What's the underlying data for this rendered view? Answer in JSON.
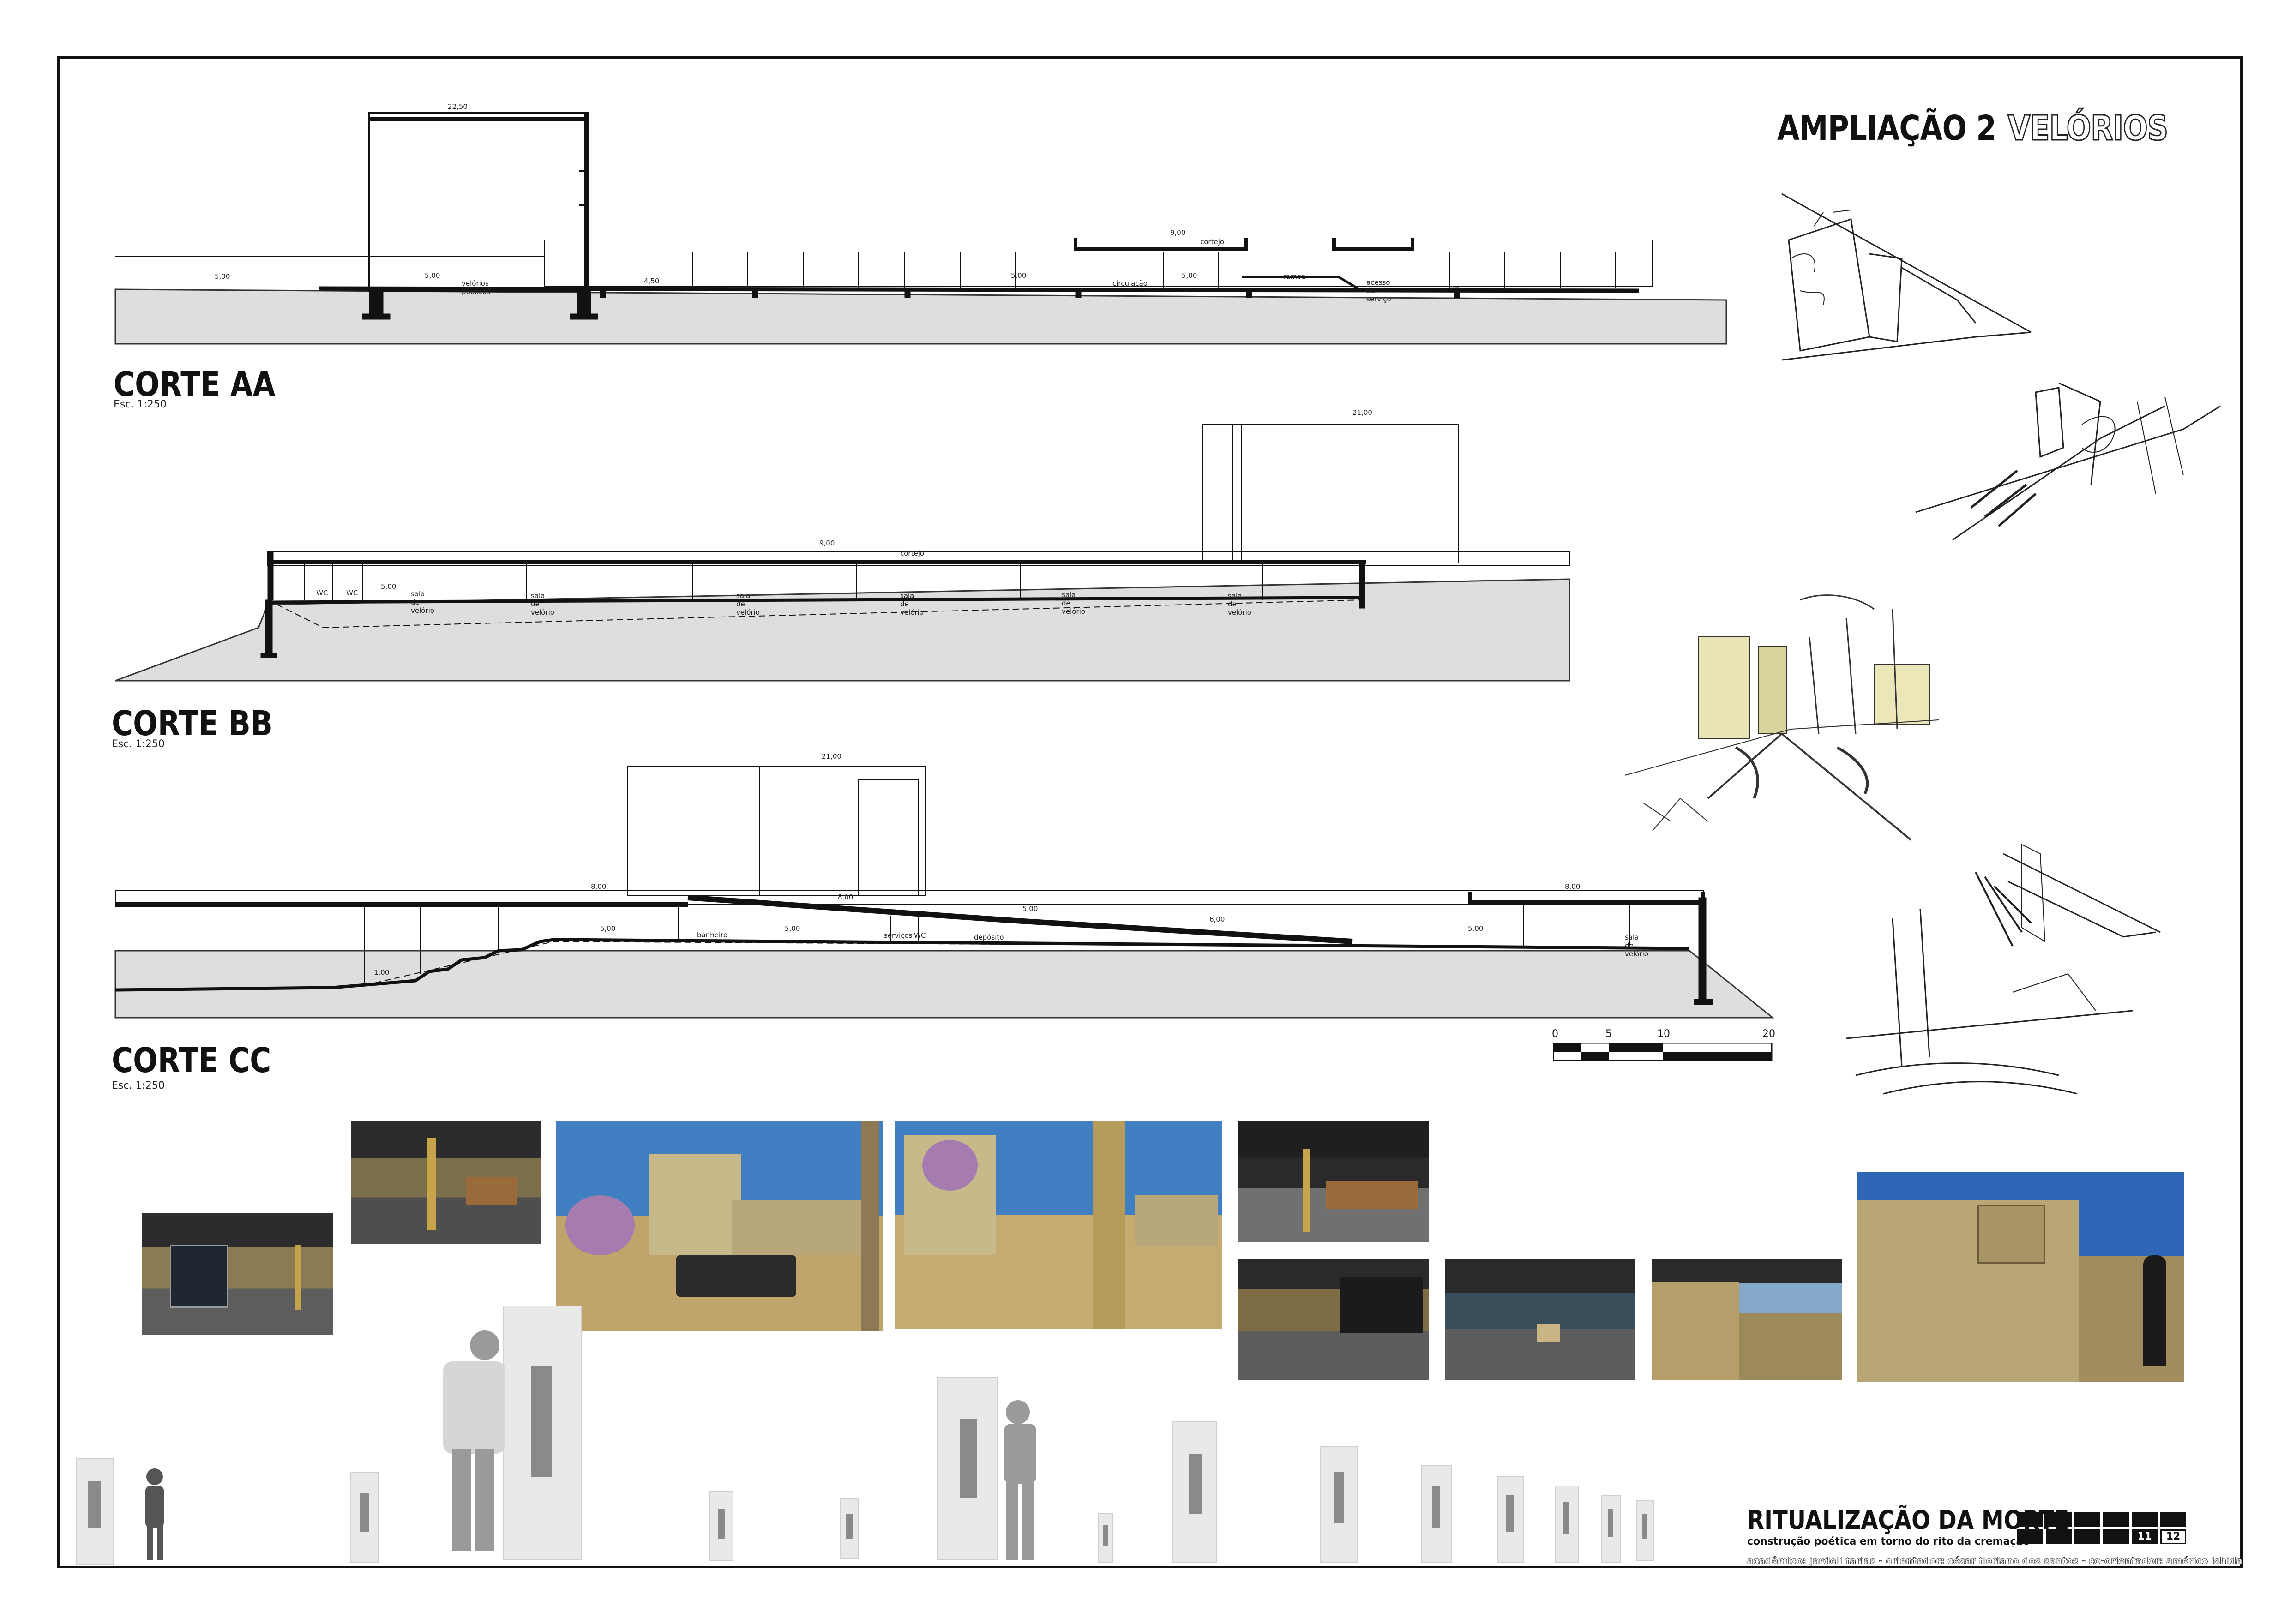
{
  "header": {
    "title": "AMPLIAÇÃO 2",
    "subtitle": "VELÓRIOS"
  },
  "sections": [
    {
      "label": "CORTE AA",
      "scale": "Esc. 1:250",
      "annotations": {
        "level_top": "22,50",
        "level_ground_left": "5,00",
        "level_mid": "5,00",
        "room_left": "velórios públicos",
        "level_45": "4,50",
        "level_500b": "5,00",
        "level_roof": "9,00",
        "room_cortejo": "cortejo",
        "level_circ": "5,00",
        "room_circ": "circulação",
        "room_rampa": "rampa",
        "room_acesso": "acesso de serviço"
      }
    },
    {
      "label": "CORTE BB",
      "scale": "Esc. 1:250",
      "annotations": {
        "level_tower": "21,00",
        "level_roof": "9,00",
        "room_cortejo": "cortejo",
        "level_floor": "5,00",
        "wc1": "WC",
        "wc2": "WC",
        "sala": "sala de velório"
      }
    },
    {
      "label": "CORTE CC",
      "scale": "Esc. 1:250",
      "annotations": {
        "level_tower": "21,00",
        "level_roof_l": "8,00",
        "level_roof_m": "8,00",
        "level_roof_r": "8,00",
        "level_a": "5,00",
        "level_b": "5,00",
        "level_c": "5,00",
        "level_d": "5,00",
        "level_e": "6,00",
        "level_low": "1,00",
        "room_banheiro": "banheiro",
        "room_servicos": "serviços",
        "room_wc": "WC",
        "room_deposito": "depósito",
        "room_sala": "sala de velório"
      }
    }
  ],
  "scale_bar": {
    "ticks": [
      "0",
      "5",
      "10",
      "20"
    ]
  },
  "footer": {
    "title": "RITUALIZAÇÃO DA MORTE",
    "subtitle": "construção poética em torno do rito da cremação",
    "credits": "acadêmico: jardeli farias  -  orientador: césar floriano dos santos  -  co-orientador: américo ishida",
    "sheet_current": "11",
    "sheet_total": "12"
  }
}
